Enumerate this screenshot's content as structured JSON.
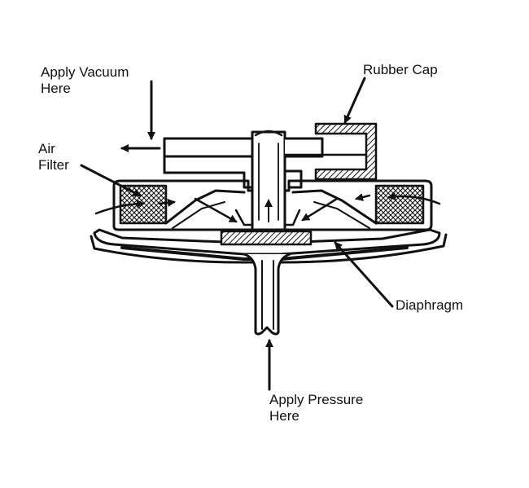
{
  "labels": {
    "apply_vacuum": [
      "Apply Vacuum",
      "Here"
    ],
    "rubber_cap": "Rubber Cap",
    "air_filter": [
      "Air",
      "Filter"
    ],
    "diaphragm": "Diaphragm",
    "apply_pressure": [
      "Apply Pressure",
      "Here"
    ]
  },
  "colors": {
    "ink": "#111111",
    "paper": "#ffffff"
  }
}
